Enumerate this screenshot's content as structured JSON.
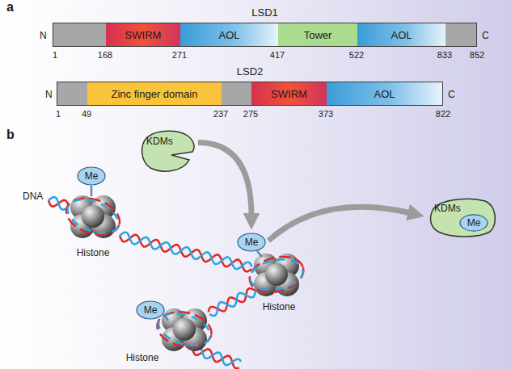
{
  "diagram": {
    "nodes": [
      {
        "text": [
          "LSD1"
        ]
      },
      {
        "text": [
          "SWIRM"
        ],
        "in": 0
      },
      {
        "text": [
          "AOL"
        ],
        "in": 0
      },
      {
        "text": [
          "Tower"
        ],
        "in": 0
      },
      {
        "text": [
          "AOL"
        ],
        "in": 0
      },
      {
        "text": [
          "LSD2"
        ]
      },
      {
        "text": [
          "Zinc finger domain"
        ],
        "in": 5
      },
      {
        "text": [
          "SWIRM"
        ],
        "in": 5
      },
      {
        "text": [
          "AOL"
        ],
        "in": 5
      },
      {
        "text": [
          "KDMs"
        ]
      },
      {
        "text": [
          "Me"
        ]
      },
      {
        "text": [
          "Me"
        ]
      },
      {
        "text": [
          "Me"
        ]
      },
      {
        "text": [
          "KDMs"
        ]
      },
      {
        "text": [
          "Me"
        ],
        "in": 13
      }
    ],
    "edges": [
      {
        "from": 9,
        "to": 11,
        "arrow": "to"
      },
      {
        "from": 11,
        "to": 13,
        "arrow": "to"
      }
    ],
    "labels": [
      "a",
      "N",
      "C",
      "1",
      "168",
      "271",
      "417",
      "522",
      "833",
      "852",
      "N",
      "C",
      "1",
      "49",
      "237",
      "275",
      "373",
      "822",
      "b",
      "DNA",
      "Histone",
      "Histone",
      "Histone"
    ]
  }
}
